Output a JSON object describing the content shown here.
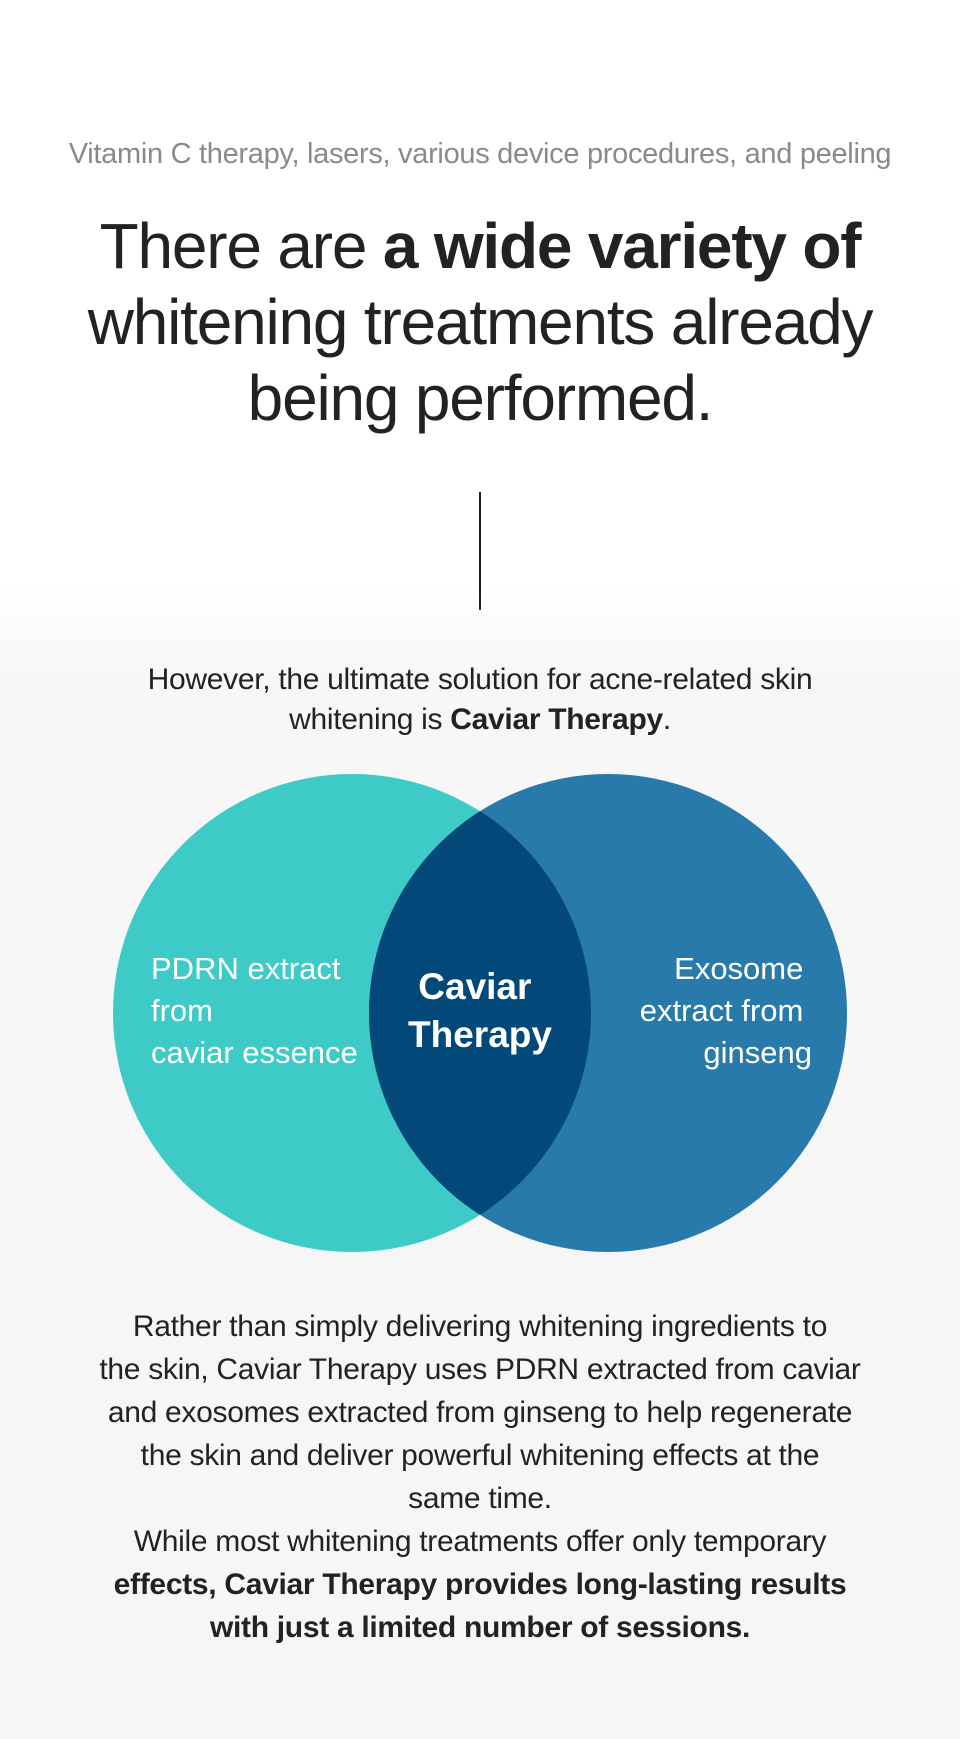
{
  "header": {
    "subtitle": "Vitamin C therapy, lasers, various device procedures, and peeling",
    "headline_part1": "There are ",
    "headline_bold": "a wide variety of",
    "headline_line2": "whitening treatments already",
    "headline_line3": "being performed."
  },
  "intro": {
    "line1": "However, the ultimate solution for acne-related skin",
    "line2_prefix": "whitening is ",
    "line2_bold": "Caviar Therapy",
    "line2_suffix": "."
  },
  "venn": {
    "left_label": [
      "PDRN extract",
      "from",
      "caviar essence"
    ],
    "right_label": [
      "Exosome",
      "extract from",
      "ginseng"
    ],
    "center_label": [
      "Caviar",
      "Therapy"
    ],
    "colors": {
      "left": "#3ecbc8",
      "right": "#287aab",
      "overlap": "#02497a"
    }
  },
  "body": {
    "lines": [
      "Rather than simply delivering whitening ingredients to",
      "the skin, Caviar Therapy uses PDRN extracted from caviar",
      "and exosomes extracted from ginseng to help regenerate",
      "the skin and deliver powerful whitening effects at the",
      "same time.",
      "While most whitening treatments offer only temporary"
    ],
    "bold_lines": [
      "effects, Caviar Therapy provides long-lasting results",
      "with just a limited number of sessions."
    ]
  }
}
